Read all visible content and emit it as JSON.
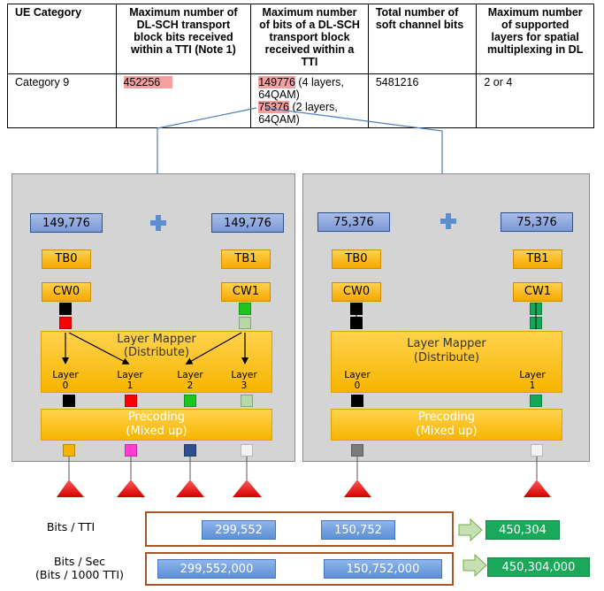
{
  "table": {
    "headers": [
      "UE Category",
      "Maximum number of DL-SCH transport block bits received within a TTI (Note 1)",
      "Maximum number of bits of a DL-SCH transport block received within a TTI",
      "Total number of soft channel bits",
      "Maximum number of supported layers for spatial multiplexing in DL"
    ],
    "row": {
      "category": "Category 9",
      "max_tb_bits": "452256",
      "max_bits_a_val": "149776",
      "max_bits_a_note": " (4 layers, 64QAM)",
      "max_bits_b_val": "75376",
      "max_bits_b_note": " (2 layers, 64QAM)",
      "soft_bits": "5481216",
      "layers": "2 or 4"
    },
    "highlight_color": "#f4a0a0"
  },
  "left_panel": {
    "value_a": "149,776",
    "value_b": "149,776",
    "tb_a": "TB0",
    "tb_b": "TB1",
    "cw_a": "CW0",
    "cw_b": "CW1",
    "mapper_line1": "Layer Mapper",
    "mapper_line2": "(Distribute)",
    "layers": [
      {
        "name": "Layer",
        "index": "0"
      },
      {
        "name": "Layer",
        "index": "1"
      },
      {
        "name": "Layer",
        "index": "2"
      },
      {
        "name": "Layer",
        "index": "3"
      }
    ],
    "precoding_line1": "Precoding",
    "precoding_line2": "(Mixed up)"
  },
  "right_panel": {
    "value_a": "75,376",
    "value_b": "75,376",
    "tb_a": "TB0",
    "tb_b": "TB1",
    "cw_a": "CW0",
    "cw_b": "CW1",
    "mapper_line1": "Layer Mapper",
    "mapper_line2": "(Distribute)",
    "layers": [
      {
        "name": "Layer",
        "index": "0"
      },
      {
        "name": "Layer",
        "index": "1"
      }
    ],
    "precoding_line1": "Precoding",
    "precoding_line2": "(Mixed up)"
  },
  "summary": {
    "bits_tti_label": "Bits / TTI",
    "bits_tti_a": "299,552",
    "bits_tti_b": "150,752",
    "bits_tti_total": "450,304",
    "bits_sec_label1": "Bits / Sec",
    "bits_sec_label2": "(Bits / 1000 TTI)",
    "bits_sec_a": "299,552,000",
    "bits_sec_b": "150,752,000",
    "bits_sec_total": "450,304,000"
  },
  "colors": {
    "connector": "#4a7ebb",
    "value_box": "#8aa6df",
    "block_orange": "#f5b400",
    "panel_bg": "#d4d4d4",
    "frame_border": "#a5552a",
    "result_green": "#1aa85a",
    "antenna_red": "#ff0000"
  }
}
